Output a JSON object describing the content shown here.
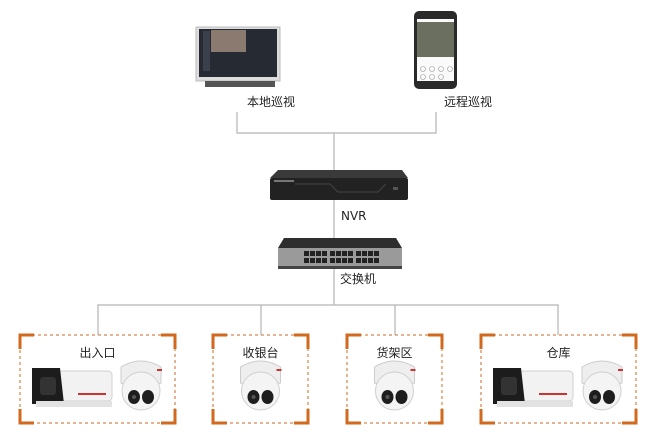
{
  "clients": [
    {
      "label": "本地巡视",
      "device": "monitor-icon"
    },
    {
      "label": "远程巡视",
      "device": "smartphone-icon"
    }
  ],
  "nvr": {
    "label": "NVR"
  },
  "switch": {
    "label": "交换机"
  },
  "zones": [
    {
      "label": "出入口",
      "cameras": [
        "bullet-camera-icon",
        "dome-camera-icon"
      ]
    },
    {
      "label": "收银台",
      "cameras": [
        "dome-camera-icon"
      ]
    },
    {
      "label": "货架区",
      "cameras": [
        "dome-camera-icon"
      ]
    },
    {
      "label": "仓库",
      "cameras": [
        "bullet-camera-icon",
        "dome-camera-icon"
      ]
    }
  ],
  "colors": {
    "line": "#b5b5b5",
    "bracket": "#d2691e",
    "device": "#2a2a2a"
  }
}
